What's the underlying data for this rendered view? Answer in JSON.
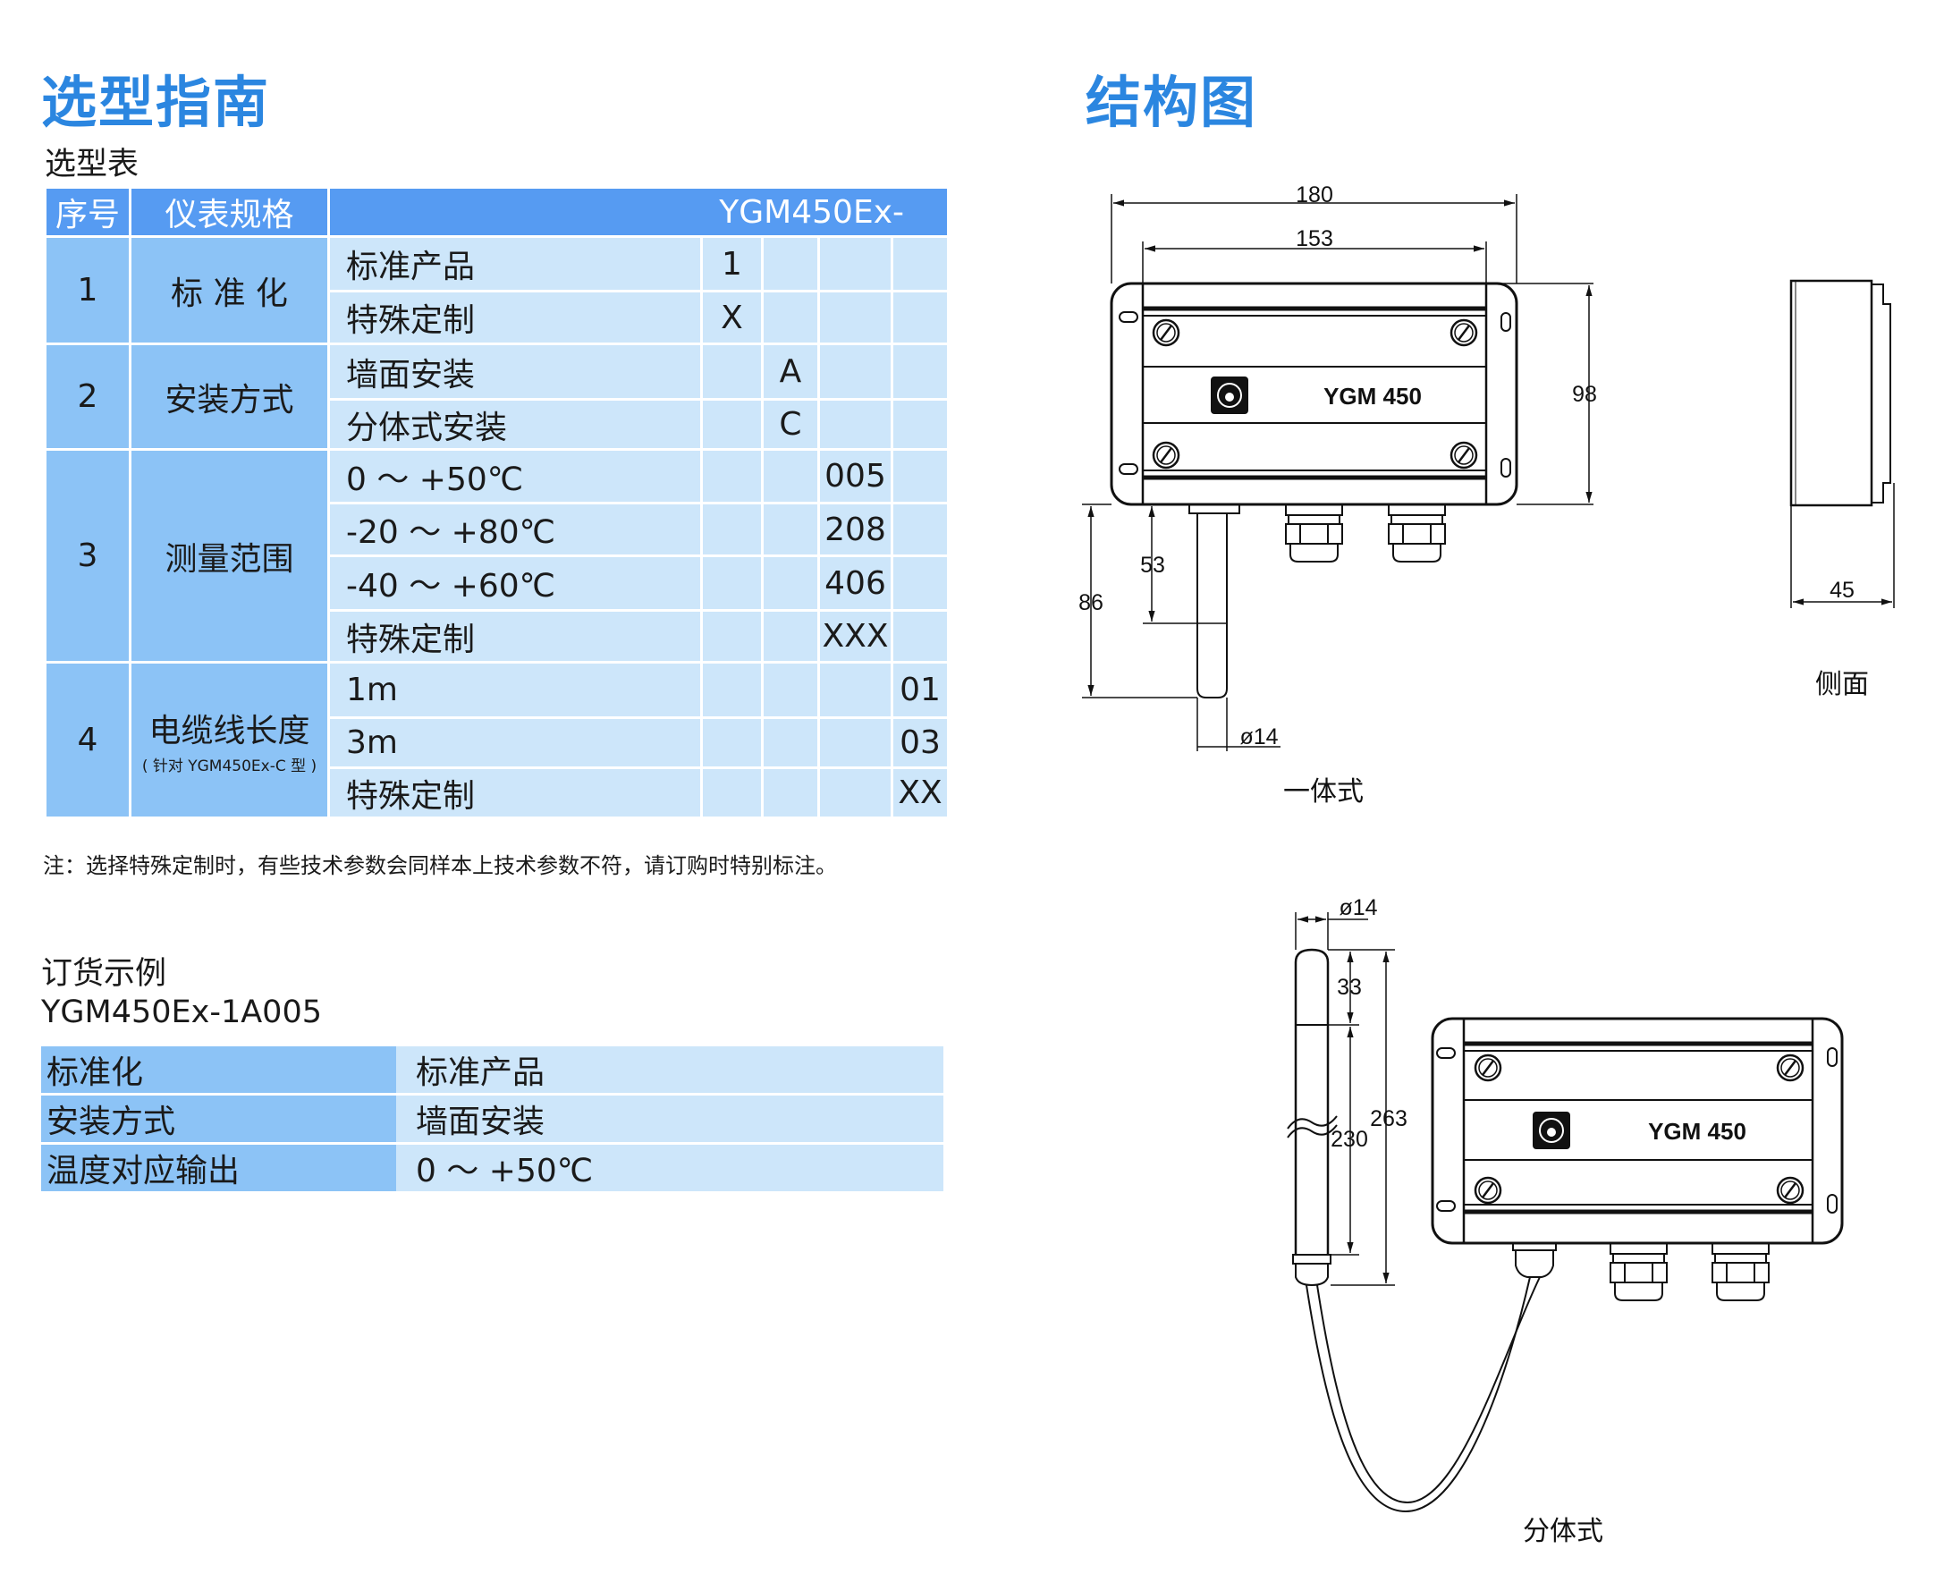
{
  "left": {
    "title": "选型指南",
    "table_title": "选型表",
    "header": {
      "no": "序号",
      "spec": "仪表规格",
      "code": "YGM450Ex-"
    },
    "groups": [
      {
        "no": "1",
        "name": "标 准 化",
        "options": [
          {
            "label": "标准产品",
            "code": "1"
          },
          {
            "label": "特殊定制",
            "code": "X"
          }
        ]
      },
      {
        "no": "2",
        "name": "安装方式",
        "options": [
          {
            "label": "墙面安装",
            "code": "A"
          },
          {
            "label": "分体式安装",
            "code": "C"
          }
        ]
      },
      {
        "no": "3",
        "name": "测量范围",
        "options": [
          {
            "label": "0 ～ +50℃",
            "code": "005"
          },
          {
            "label": "-20 ～ +80℃",
            "code": "208"
          },
          {
            "label": "-40 ～ +60℃",
            "code": "406"
          },
          {
            "label": "特殊定制",
            "code": "XXX"
          }
        ]
      },
      {
        "no": "4",
        "name": "电缆线长度",
        "note": "( 针对 YGM450Ex-C 型 )",
        "options": [
          {
            "label": "1m",
            "code": "01"
          },
          {
            "label": "3m",
            "code": "03"
          },
          {
            "label": "特殊定制",
            "code": "XX"
          }
        ]
      }
    ],
    "note": "注：选择特殊定制时，有些技术参数会同样本上技术参数不符，请订购时特别标注。",
    "order_title": "订货示例",
    "order_code": "YGM450Ex-1A005",
    "order_rows": [
      {
        "key": "标准化",
        "value": "标准产品"
      },
      {
        "key": "安装方式",
        "value": "墙面安装"
      },
      {
        "key": "温度对应输出",
        "value": "0 ～ +50℃"
      }
    ]
  },
  "right": {
    "title": "结构图",
    "device_label": "YGM 450",
    "integrated": {
      "caption": "一体式",
      "dim_width_outer": "180",
      "dim_width_inner": "153",
      "dim_height": "98",
      "dim_probe_53": "53",
      "dim_probe_86": "86",
      "dim_diameter": "ø14"
    },
    "side": {
      "caption": "侧面",
      "dim_depth": "45"
    },
    "split": {
      "caption": "分体式",
      "dim_diameter": "ø14",
      "dim_33": "33",
      "dim_230": "230",
      "dim_263": "263"
    }
  },
  "colors": {
    "title": "#2b86e0",
    "header": "#569bf2",
    "group": "#8cc3f6",
    "cell": "#cde6fa"
  }
}
